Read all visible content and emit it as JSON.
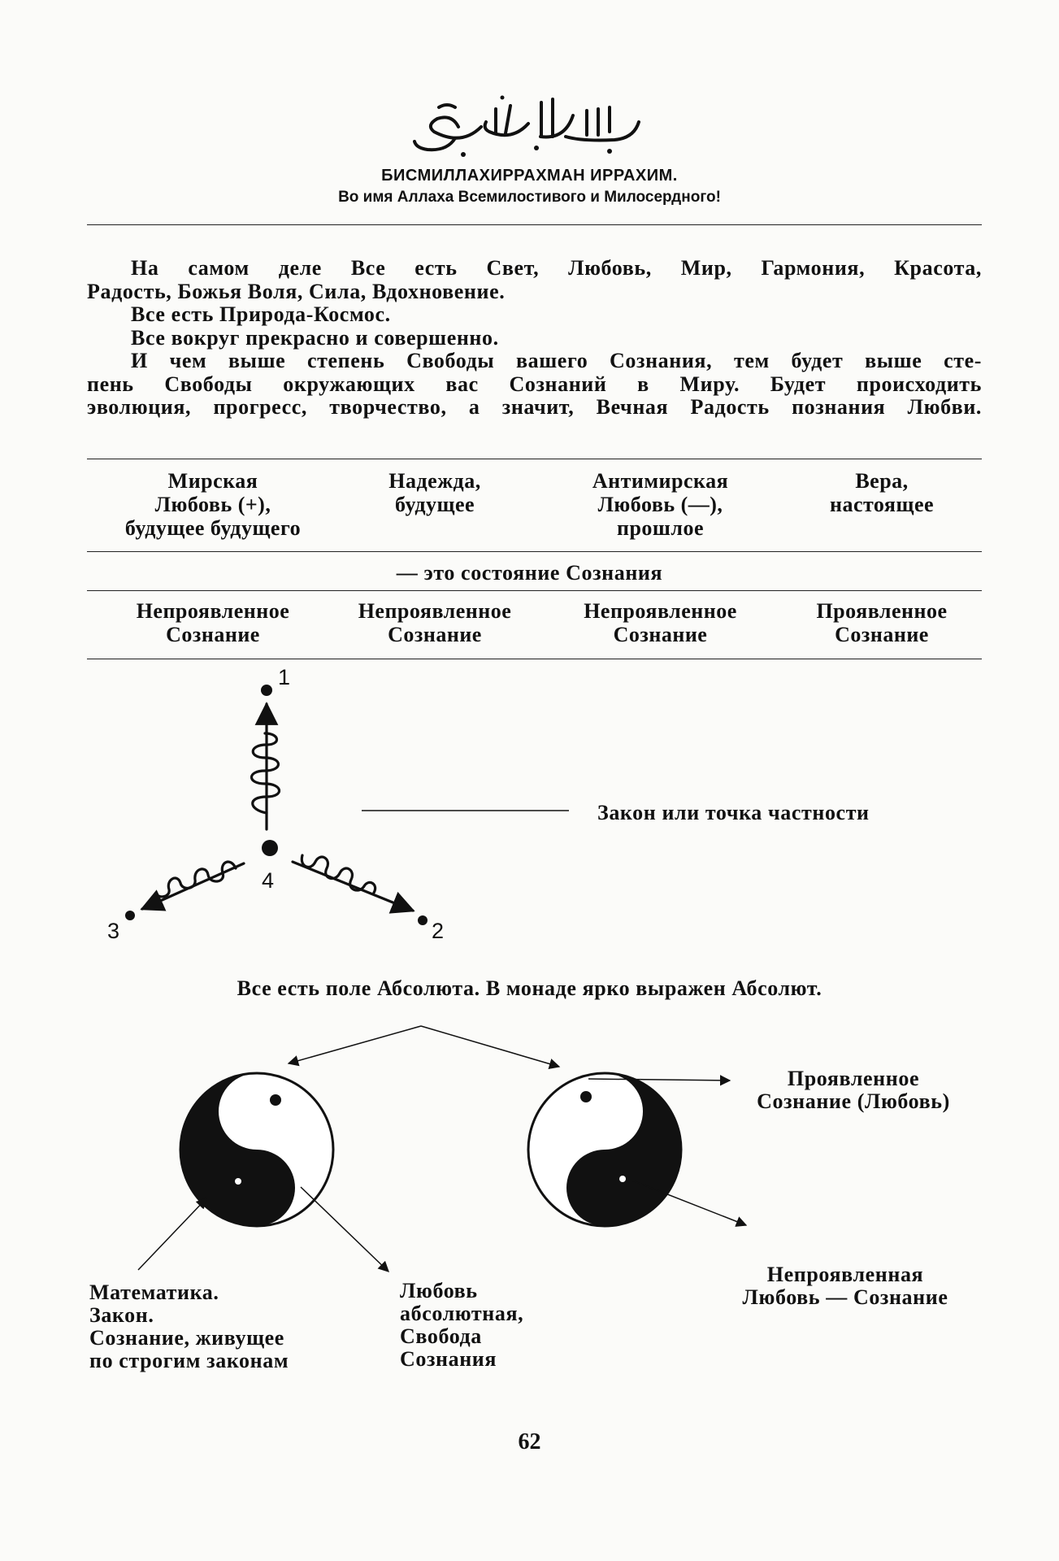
{
  "header": {
    "calligraphy_icon": "bismillah-calligraphy-icon",
    "title": "БИСМИЛЛАХИРРАХМАН ИРРАХИМ.",
    "subtitle": "Во имя Аллаха Всемилостивого и Милосердного!"
  },
  "intro": {
    "line1": "На самом деле Все есть Свет, Любовь, Мир, Гармония, Красота,",
    "line2": "Радость, Божья Воля, Сила, Вдохновение.",
    "line3": "Все есть Природа-Космос.",
    "line4": "Все вокруг прекрасно и совершенно.",
    "line5": "И чем выше степень Свободы вашего Сознания, тем будет выше сте-",
    "line6": "пень Свободы окружающих вас Сознаний в Миру. Будет происходить",
    "line7": "эволюция, прогресс, творчество, а значит, Вечная Радость познания Любви."
  },
  "table": {
    "headers": [
      [
        "Мирская",
        "Любовь (+),",
        "будущее будущего"
      ],
      [
        "Надежда,",
        "будущее"
      ],
      [
        "Антимирская",
        "Любовь (—),",
        "прошлое"
      ],
      [
        "Вера,",
        "настоящее"
      ]
    ],
    "middle_row": "— это состояние Сознания",
    "bottom_row": [
      [
        "Непроявленное",
        "Сознание"
      ],
      [
        "Непроявленное",
        "Сознание"
      ],
      [
        "Непроявленное",
        "Сознание"
      ],
      [
        "Проявленное",
        "Сознание"
      ]
    ]
  },
  "diagram1": {
    "points": [
      "1",
      "2",
      "3",
      "4"
    ],
    "label": "Закон или точка частности"
  },
  "caption": "Все есть поле Абсолюта. В монаде ярко выражен Абсолют.",
  "diagram2": {
    "manifest": [
      "Проявленное",
      "Сознание (Любовь)"
    ],
    "unmanifest": [
      "Непроявленная",
      "Любовь — Сознание"
    ],
    "math": [
      "Математика.",
      "Закон.",
      "Сознание, живущее",
      "по строгим законам"
    ],
    "love_absolute": [
      "Любовь",
      "абсолютная,",
      "Свобода",
      "Сознания"
    ]
  },
  "page_number": "62"
}
